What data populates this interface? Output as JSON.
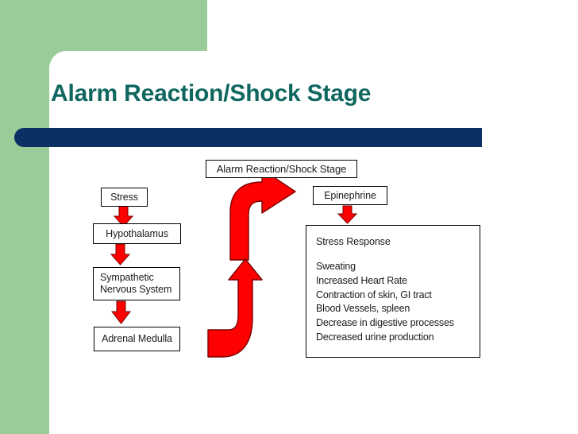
{
  "slide": {
    "title": "Alarm Reaction/Shock Stage",
    "colors": {
      "green_panel": "#99cc99",
      "navy_bar": "#0b3064",
      "title_text": "#10675f",
      "arrow_red": "#ff0000",
      "box_border": "#000000",
      "background": "#ffffff"
    }
  },
  "diagram": {
    "title_box": "Alarm Reaction/Shock Stage",
    "pathway": [
      {
        "label": "Stress"
      },
      {
        "label": "Hypothalamus"
      },
      {
        "label": "Sympathetic Nervous System"
      },
      {
        "label": "Adrenal Medulla"
      }
    ],
    "hormone_box": "Epinephrine",
    "response": {
      "heading": "Stress Response",
      "items": [
        "Sweating",
        "Increased Heart Rate",
        "Contraction of skin, GI tract",
        "Blood Vessels, spleen",
        "Decrease in digestive processes",
        "Decreased urine production"
      ]
    },
    "arrows": {
      "down_small": "down-arrow-icon",
      "curved_up_right": "curved-arrow-up-right-icon",
      "curved_up_left": "curved-arrow-up-icon"
    }
  }
}
